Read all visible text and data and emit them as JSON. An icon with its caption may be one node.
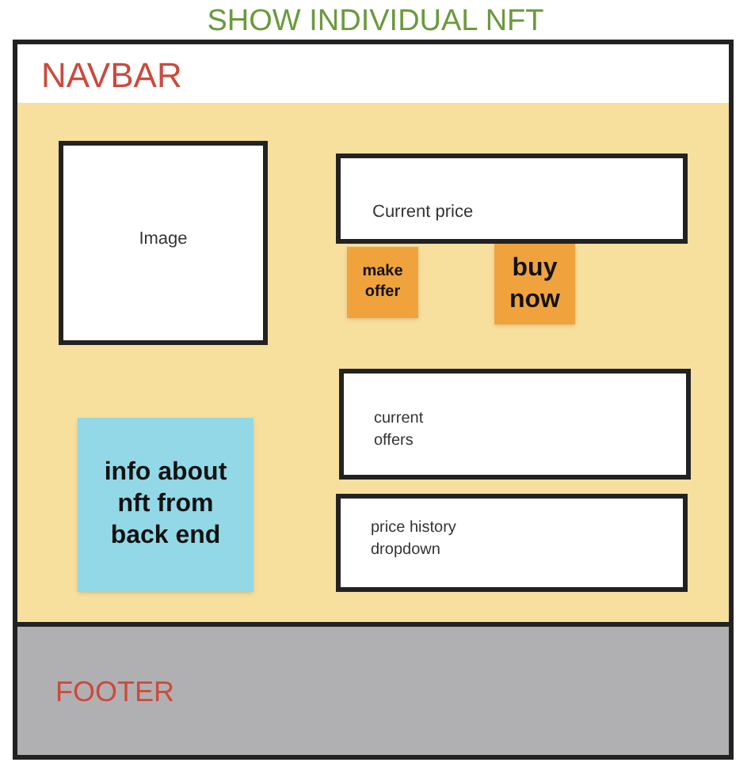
{
  "diagram": {
    "title": "SHOW INDIVIDUAL NFT",
    "nodes": [
      {
        "text": [
          "NAVBAR"
        ]
      },
      {
        "text": [],
        "shape": "box"
      },
      {
        "text": [
          "Image"
        ],
        "in": 1
      },
      {
        "text": [
          "Current price"
        ],
        "in": 1
      },
      {
        "text": [
          "make offer"
        ],
        "in": 1
      },
      {
        "text": [
          "buy now"
        ],
        "in": 1
      },
      {
        "text": [
          "current offers"
        ],
        "in": 1
      },
      {
        "text": [
          "info about nft from back end"
        ],
        "in": 1
      },
      {
        "text": [
          "price history dropdown"
        ],
        "in": 1
      },
      {
        "text": [
          "FOOTER"
        ]
      }
    ]
  }
}
